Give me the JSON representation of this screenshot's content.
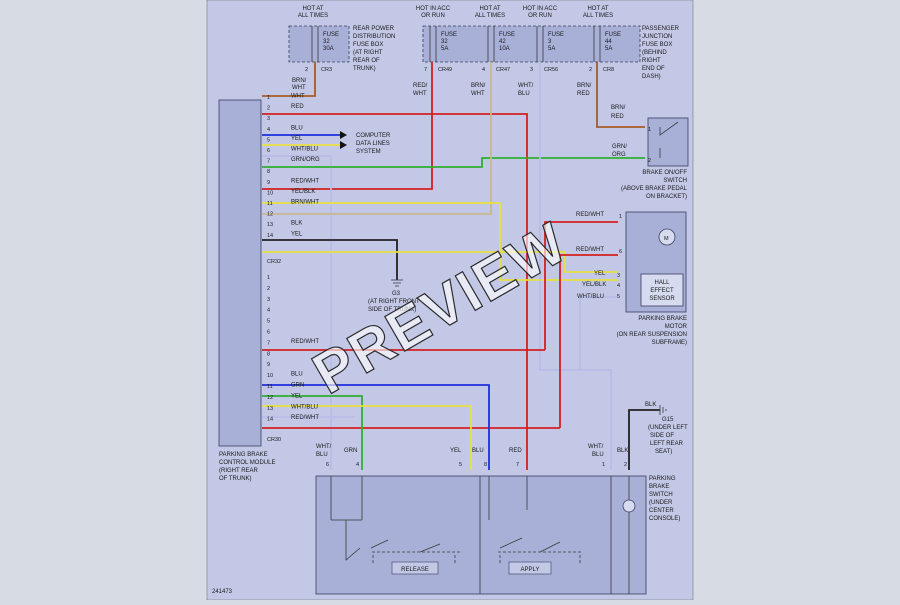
{
  "diagram": {
    "figure_number": "241473",
    "watermark": "PREVIEW",
    "top_labels": [
      {
        "id": "t1",
        "lines": [
          "HOT AT",
          "ALL TIMES"
        ]
      },
      {
        "id": "t2",
        "lines": [
          "HOT IN ACC",
          "OR RUN"
        ]
      },
      {
        "id": "t3",
        "lines": [
          "HOT AT",
          "ALL TIMES"
        ]
      },
      {
        "id": "t4",
        "lines": [
          "HOT IN ACC",
          "OR RUN"
        ]
      },
      {
        "id": "t5",
        "lines": [
          "HOT AT",
          "ALL TIMES"
        ]
      }
    ],
    "fuses": [
      {
        "id": "f1",
        "lines": [
          "FUSE",
          "32",
          "30A"
        ]
      },
      {
        "id": "f2",
        "lines": [
          "FUSE",
          "32",
          "5A"
        ]
      },
      {
        "id": "f3",
        "lines": [
          "FUSE",
          "42",
          "10A"
        ]
      },
      {
        "id": "f4",
        "lines": [
          "FUSE",
          "3",
          "5A"
        ]
      },
      {
        "id": "f5",
        "lines": [
          "FUSE",
          "44",
          "5A"
        ]
      }
    ],
    "rear_fuse_box_label": [
      "REAR POWER",
      "DISTRIBUTION",
      "FUSE BOX",
      "(AT RIGHT",
      "REAR OF",
      "TRUNK)"
    ],
    "junction_box_label": [
      "PASSENGER",
      "JUNCTION",
      "FUSE BOX",
      "(BEHIND",
      "RIGHT",
      "END OF",
      "DASH)"
    ],
    "fuse_connectors": [
      {
        "id": "c1",
        "pin": "2",
        "name": "CR3"
      },
      {
        "id": "c2",
        "pin": "7",
        "name": "CR49"
      },
      {
        "id": "c3",
        "pin": "4",
        "name": "CR47"
      },
      {
        "id": "c4",
        "pin": "3",
        "name": "CR56"
      },
      {
        "id": "c5",
        "pin": "2",
        "name": "CR8"
      }
    ],
    "fuse_wire_colors": [
      {
        "id": "w1",
        "lines": [
          "BRN/",
          "WHT"
        ]
      },
      {
        "id": "w2",
        "lines": [
          "RED/",
          "WHT"
        ]
      },
      {
        "id": "w3",
        "lines": [
          "BRN/",
          "WHT"
        ]
      },
      {
        "id": "w4",
        "lines": [
          "WHT/",
          "BLU"
        ]
      },
      {
        "id": "w5",
        "lines": [
          "BRN/",
          "RED"
        ]
      }
    ],
    "module_label": [
      "PARKING BRAKE",
      "CONTROL MODULE",
      "(RIGHT REAR",
      "OF TRUNK)"
    ],
    "connector_a": {
      "name": "CR32",
      "pins": [
        {
          "n": "1",
          "color": "WHT"
        },
        {
          "n": "2",
          "color": "RED"
        },
        {
          "n": "3",
          "color": ""
        },
        {
          "n": "4",
          "color": "BLU"
        },
        {
          "n": "5",
          "color": "YEL"
        },
        {
          "n": "6",
          "color": "WHT/BLU"
        },
        {
          "n": "7",
          "color": "GRN/ORG"
        },
        {
          "n": "8",
          "color": ""
        },
        {
          "n": "9",
          "color": "RED/WHT"
        },
        {
          "n": "10",
          "color": "YEL/BLK"
        },
        {
          "n": "11",
          "color": "BRN/WHT"
        },
        {
          "n": "12",
          "color": ""
        },
        {
          "n": "13",
          "color": "BLK"
        },
        {
          "n": "14",
          "color": "YEL"
        }
      ]
    },
    "connector_b": {
      "name": "CR30",
      "pins": [
        {
          "n": "1",
          "color": ""
        },
        {
          "n": "2",
          "color": ""
        },
        {
          "n": "3",
          "color": ""
        },
        {
          "n": "4",
          "color": ""
        },
        {
          "n": "5",
          "color": ""
        },
        {
          "n": "6",
          "color": ""
        },
        {
          "n": "7",
          "color": "RED/WHT"
        },
        {
          "n": "8",
          "color": ""
        },
        {
          "n": "9",
          "color": ""
        },
        {
          "n": "10",
          "color": "BLU"
        },
        {
          "n": "11",
          "color": "GRN"
        },
        {
          "n": "12",
          "color": "YEL"
        },
        {
          "n": "13",
          "color": "WHT/BLU"
        },
        {
          "n": "14",
          "color": "RED/WHT"
        }
      ]
    },
    "data_link_label": [
      "COMPUTER",
      "DATA LINES",
      "SYSTEM"
    ],
    "ground_g3": {
      "name": "G3",
      "lines": [
        "(AT RIGHT FRONT",
        "SIDE OF TRUNK)"
      ]
    },
    "brake_switch": {
      "pins": [
        "1",
        "2"
      ],
      "wire_top": [
        "BRN/",
        "RED"
      ],
      "wire_bottom": [
        "GRN/",
        "ORG"
      ],
      "label": [
        "BRAKE ON/OFF",
        "SWITCH",
        "(ABOVE BRAKE PEDAL",
        "ON BRACKET)"
      ]
    },
    "motor": {
      "motor_symbol": "M",
      "sensor": [
        "HALL",
        "EFFECT",
        "SENSOR"
      ],
      "wires": [
        {
          "pin": "1",
          "color": "RED/WHT"
        },
        {
          "pin": "6",
          "color": "RED/WHT"
        },
        {
          "pin": "3",
          "color": "YEL"
        },
        {
          "pin": "4",
          "color": "YEL/BLK"
        },
        {
          "pin": "5",
          "color": "WHT/BLU"
        }
      ],
      "label": [
        "PARKING BRAKE",
        "MOTOR",
        "(ON REAR SUSPENSION",
        "SUBFRAME)"
      ]
    },
    "ground_g15": {
      "wire": "BLK",
      "name": "G15",
      "lines": [
        "(UNDER LEFT",
        "SIDE OF",
        "LEFT REAR",
        "SEAT)"
      ]
    },
    "switch_label": [
      "PARKING",
      "BRAKE",
      "SWITCH",
      "(UNDER",
      "CENTER",
      "CONSOLE)"
    ],
    "switch_pins": [
      {
        "id": "s1",
        "n": "6",
        "color": [
          "WHT/",
          "BLU"
        ]
      },
      {
        "id": "s2",
        "n": "4",
        "color": [
          "GRN"
        ]
      },
      {
        "id": "s3",
        "n": "5",
        "color": [
          "YEL"
        ]
      },
      {
        "id": "s4",
        "n": "8",
        "color": [
          "BLU"
        ]
      },
      {
        "id": "s5",
        "n": "7",
        "color": [
          "RED"
        ]
      },
      {
        "id": "s6",
        "n": "1",
        "color": [
          "WHT/",
          "BLU"
        ]
      },
      {
        "id": "s7",
        "n": "2",
        "color": [
          "BLK"
        ]
      }
    ],
    "release_label": "RELEASE",
    "apply_label": "APPLY",
    "wire_colors": {
      "red": "#d42020",
      "blue": "#1e2ee0",
      "yellow": "#e8e040",
      "green": "#2fb02f",
      "brown": "#a85c24",
      "white_blue": "#b8bde8",
      "tan": "#c8b890",
      "black": "#222222"
    }
  }
}
